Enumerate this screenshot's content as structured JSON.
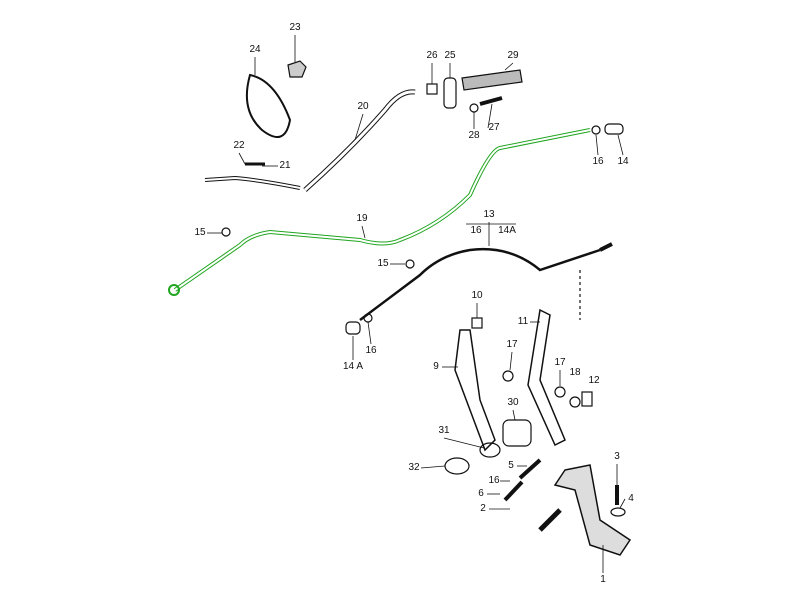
{
  "diagram": {
    "highlight_color": "#1fa51f",
    "line_color": "#111111",
    "part_labels": [
      "23",
      "24",
      "20",
      "26",
      "25",
      "29",
      "28",
      "27",
      "22",
      "21",
      "16",
      "14",
      "19",
      "15",
      "13",
      "16",
      "14A",
      "15",
      "10",
      "11",
      "14 A",
      "16",
      "9",
      "17",
      "17",
      "18",
      "12",
      "30",
      "31",
      "32",
      "5",
      "16",
      "6",
      "2",
      "3",
      "4",
      "1"
    ]
  }
}
